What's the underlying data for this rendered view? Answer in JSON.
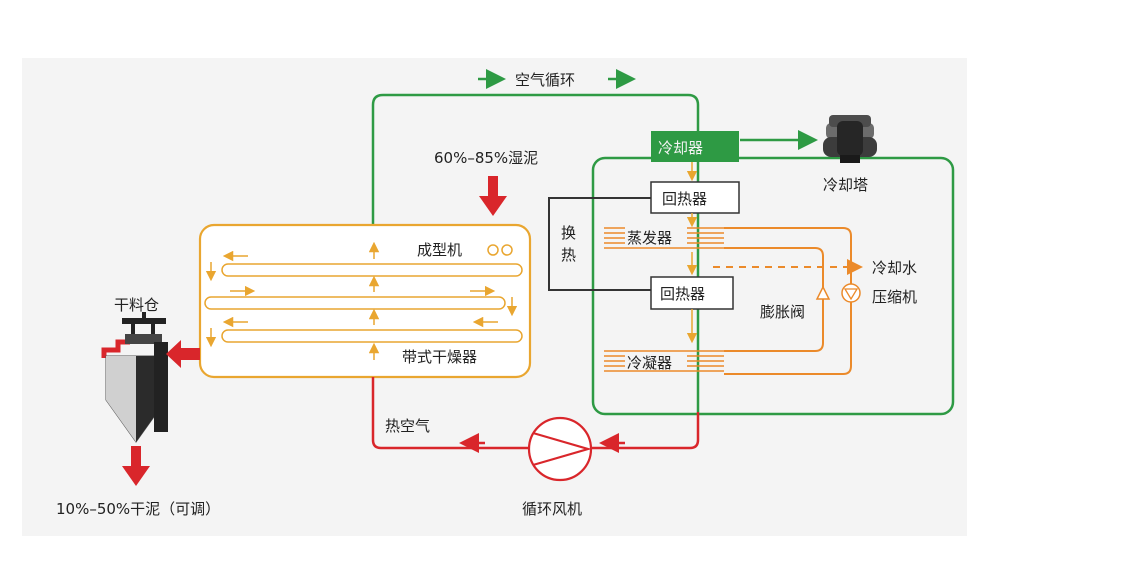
{
  "labels": {
    "air_cycle": "空气循环",
    "wet_sludge": "60%–85%湿泥",
    "cooler": "冷却器",
    "cooling_tower": "冷却塔",
    "heat_exchange_1": "换",
    "heat_exchange_2": "热",
    "regenerator_top": "回热器",
    "regenerator_mid": "回热器",
    "evaporator": "蒸发器",
    "condenser": "冷凝器",
    "cooling_water": "冷却水",
    "compressor": "压缩机",
    "expansion_valve": "膨胀阀",
    "forming_machine": "成型机",
    "belt_dryer": "带式干燥器",
    "dry_silo": "干料仓",
    "dry_sludge": "10%–50%干泥（可调）",
    "hot_air": "热空气",
    "circulation_fan": "循环风机"
  },
  "icons": {
    "fan": "circulation-fan-icon",
    "tower": "cooling-tower-icon",
    "silo": "dry-silo-icon"
  },
  "colors": {
    "green": "#2e9a44",
    "orange": "#eb8a2a",
    "yellow": "#e9a630",
    "red": "#d9262b",
    "dark": "#333333",
    "panel": "#f4f4f4"
  }
}
